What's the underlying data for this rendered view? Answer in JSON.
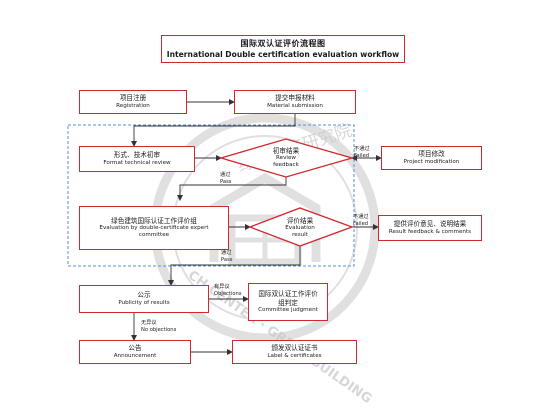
{
  "title": {
    "zh": "国际双认证评价流程图",
    "en": "International Double certification evaluation workflow"
  },
  "watermark": {
    "text": "绿色建筑研究院",
    "text_en": "CH CENTER · GREEN BUILDING"
  },
  "colors": {
    "accent": "#d0282c",
    "dashed": "#5b8fd6",
    "line": "#333333",
    "watermark": "#c7c7c7"
  },
  "nodes": {
    "registration": {
      "zh": "项目注册",
      "en": "Registration"
    },
    "material": {
      "zh": "提交申报材料",
      "en": "Material submission"
    },
    "format_review": {
      "zh": "形式、技术初审",
      "en": "Format technical review"
    },
    "review_feedback": {
      "zh": "初审结果",
      "en": "Review feedback"
    },
    "project_mod": {
      "zh": "项目修改",
      "en": "Project modification"
    },
    "evaluation": {
      "zh": "绿色建筑国际认证工作评价组",
      "en": "Evaluation by double-certificate expert committee"
    },
    "eval_result": {
      "zh": "评价结果",
      "en": "Evaluation result"
    },
    "feedback_comments": {
      "zh": "提供评价意见、说明结果",
      "en": "Result feedback & comments"
    },
    "publicity": {
      "zh": "公示",
      "en": "Publicity of results"
    },
    "committee": {
      "zh": "国际双认证工作评价组判定",
      "en": "Committee judgment"
    },
    "announcement": {
      "zh": "公告",
      "en": "Announcement"
    },
    "label": {
      "zh": "颁发双认证证书",
      "en": "Label & certificates"
    }
  },
  "edge_labels": {
    "failed1": {
      "zh": "不通过",
      "en": "Failed"
    },
    "pass1": {
      "zh": "通过",
      "en": "Pass"
    },
    "failed2": {
      "zh": "不通过",
      "en": "Failed"
    },
    "pass2": {
      "zh": "通过",
      "en": "Pass"
    },
    "objections": {
      "zh": "有异议",
      "en": "Objections"
    },
    "no_objections": {
      "zh": "无异议",
      "en": "No objections"
    }
  }
}
